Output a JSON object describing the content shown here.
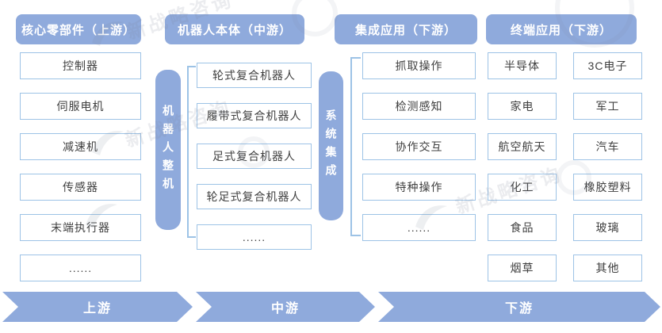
{
  "headers": [
    {
      "label": "核心零部件（上游）"
    },
    {
      "label": "机器人本体（中游）"
    },
    {
      "label": "集成应用（下游）"
    },
    {
      "label": "终端应用（下游）"
    }
  ],
  "upstream": {
    "items": [
      "控制器",
      "伺服电机",
      "减速机",
      "传感器",
      "末端执行器",
      "......"
    ]
  },
  "midstream": {
    "bar": "机器人整机",
    "items": [
      "轮式复合机器人",
      "履带式复合机器人",
      "足式复合机器人",
      "轮足式复合机器人",
      "......"
    ]
  },
  "integration": {
    "bar": "系统集成",
    "items": [
      "抓取操作",
      "检测感知",
      "协作交互",
      "特种操作",
      "......"
    ]
  },
  "terminal": {
    "left": [
      "半导体",
      "家电",
      "航空航天",
      "化工",
      "食品",
      "烟草"
    ],
    "right": [
      "3C电子",
      "军工",
      "汽车",
      "橡胶塑料",
      "玻璃",
      "其他"
    ]
  },
  "flow": {
    "stages": [
      "上游",
      "中游",
      "下游"
    ]
  },
  "watermark": {
    "text": "新战略咨询"
  },
  "colors": {
    "fill_blue": "#8faadc",
    "border_blue": "#9dc3e6",
    "text_dark": "#404040",
    "text_white": "#ffffff",
    "watermark_gray": "#7e879c"
  }
}
